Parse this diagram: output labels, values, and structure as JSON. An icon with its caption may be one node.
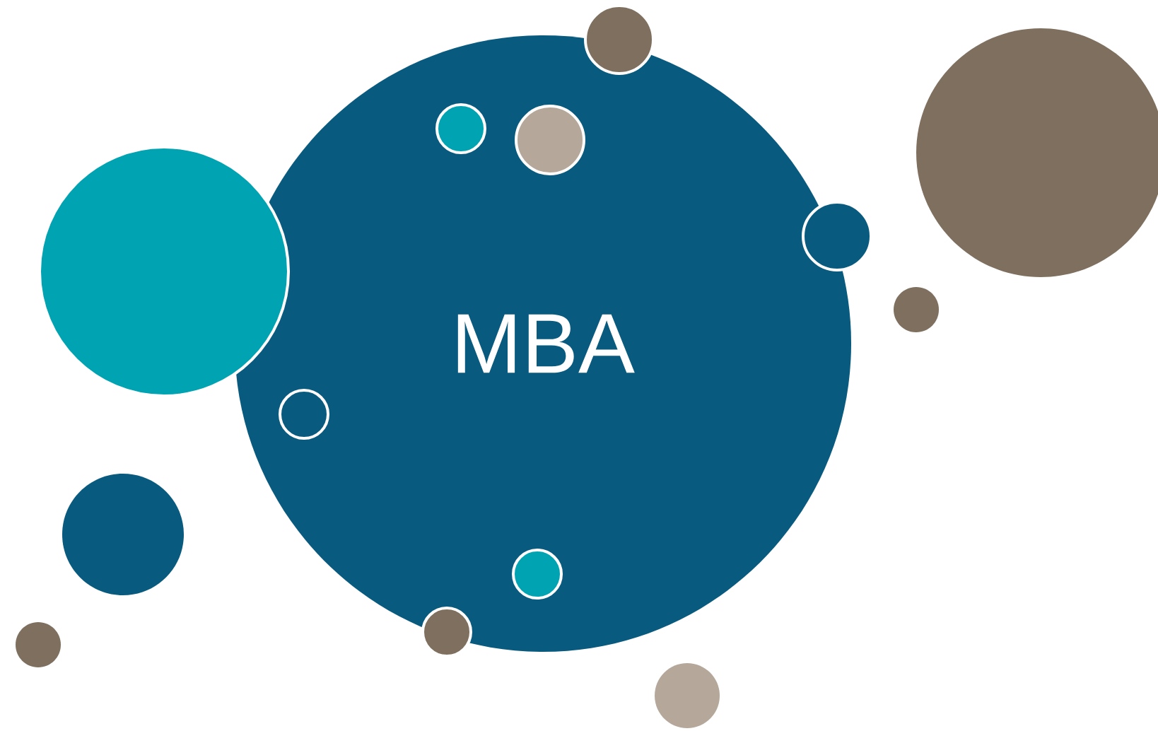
{
  "diagram": {
    "nodes": [
      {
        "text": [
          "MBA"
        ]
      },
      {
        "text": [],
        "shape": "circle"
      },
      {
        "text": [],
        "shape": "circle"
      },
      {
        "text": [],
        "shape": "circle"
      },
      {
        "text": [],
        "shape": "circle",
        "in": 0
      },
      {
        "text": [],
        "shape": "circle"
      },
      {
        "text": [],
        "shape": "circle",
        "in": 0
      },
      {
        "text": [],
        "shape": "circle",
        "in": 0
      },
      {
        "text": [],
        "shape": "circle",
        "in": 0
      },
      {
        "text": [],
        "shape": "circle"
      },
      {
        "text": [],
        "shape": "circle"
      },
      {
        "text": [],
        "shape": "circle"
      },
      {
        "text": [],
        "shape": "circle"
      },
      {
        "text": [],
        "shape": "circle"
      }
    ]
  }
}
